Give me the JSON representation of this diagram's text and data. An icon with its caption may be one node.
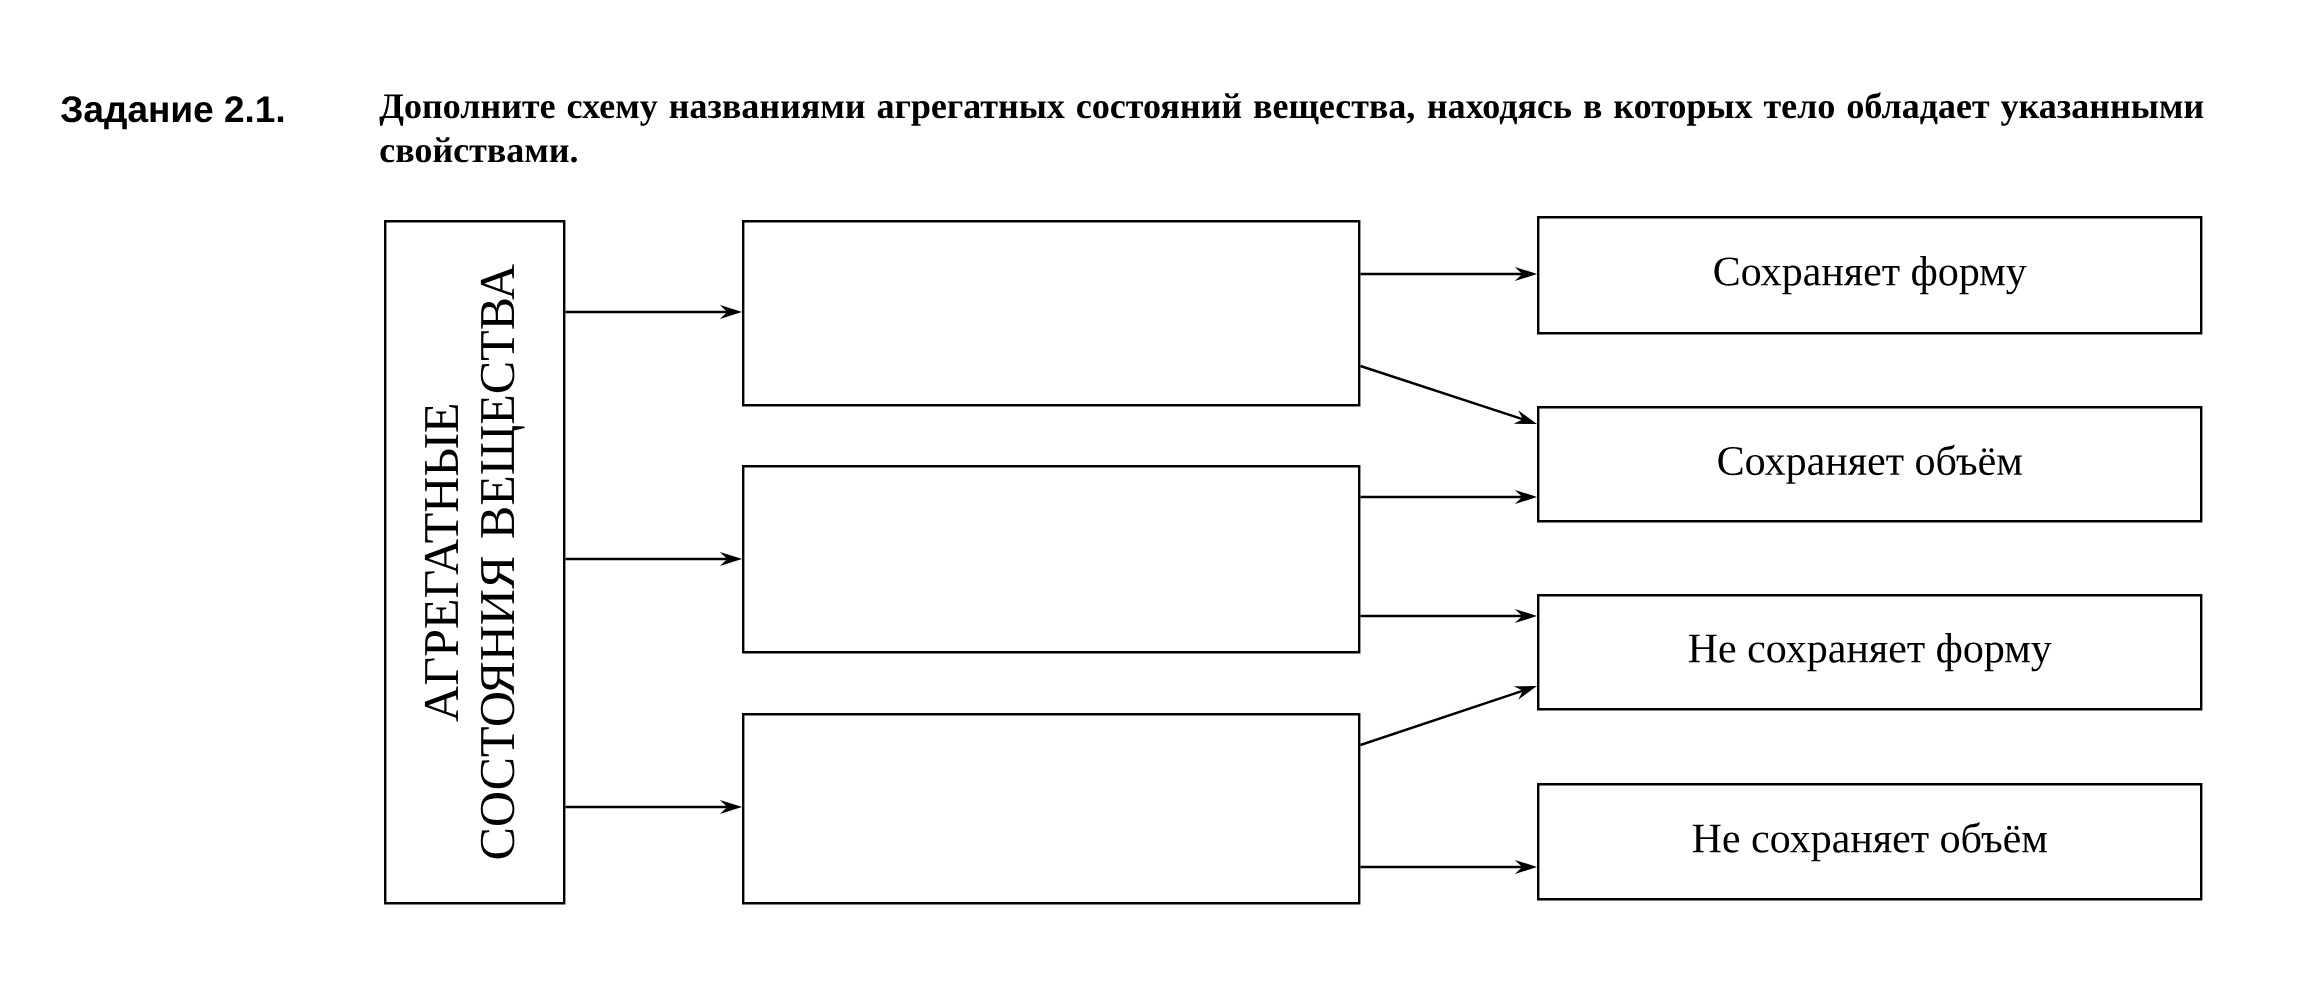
{
  "diagram": {
    "title": "Задание 2.1.",
    "caption": "Дополните схему названиями агрегатных состояний вещества, находясь в которых тело обладает указанными свойствами.",
    "nodes": [
      {
        "text": [
          "АГРЕГАТНЫЕ СОСТОЯНИЯ ВЕЩЕСТВА"
        ]
      },
      {
        "text": [],
        "shape": "box"
      },
      {
        "text": [],
        "shape": "box"
      },
      {
        "text": [],
        "shape": "box"
      },
      {
        "text": [
          "Сохраняет форму"
        ]
      },
      {
        "text": [
          "Сохраняет объём"
        ]
      },
      {
        "text": [
          "Не сохраняет форму"
        ]
      },
      {
        "text": [
          "Не сохраняет объём"
        ]
      }
    ],
    "edges": [
      {
        "from": 0,
        "to": 1,
        "arrow": "to"
      },
      {
        "from": 0,
        "to": 2,
        "arrow": "to"
      },
      {
        "from": 0,
        "to": 3,
        "arrow": "to"
      },
      {
        "from": 1,
        "to": 4,
        "arrow": "to"
      },
      {
        "from": 1,
        "to": 5,
        "arrow": "to"
      },
      {
        "from": 2,
        "to": 5,
        "arrow": "to"
      },
      {
        "from": 2,
        "to": 6,
        "arrow": "to"
      },
      {
        "from": 3,
        "to": 6,
        "arrow": "to"
      },
      {
        "from": 3,
        "to": 7,
        "arrow": "to"
      }
    ]
  }
}
